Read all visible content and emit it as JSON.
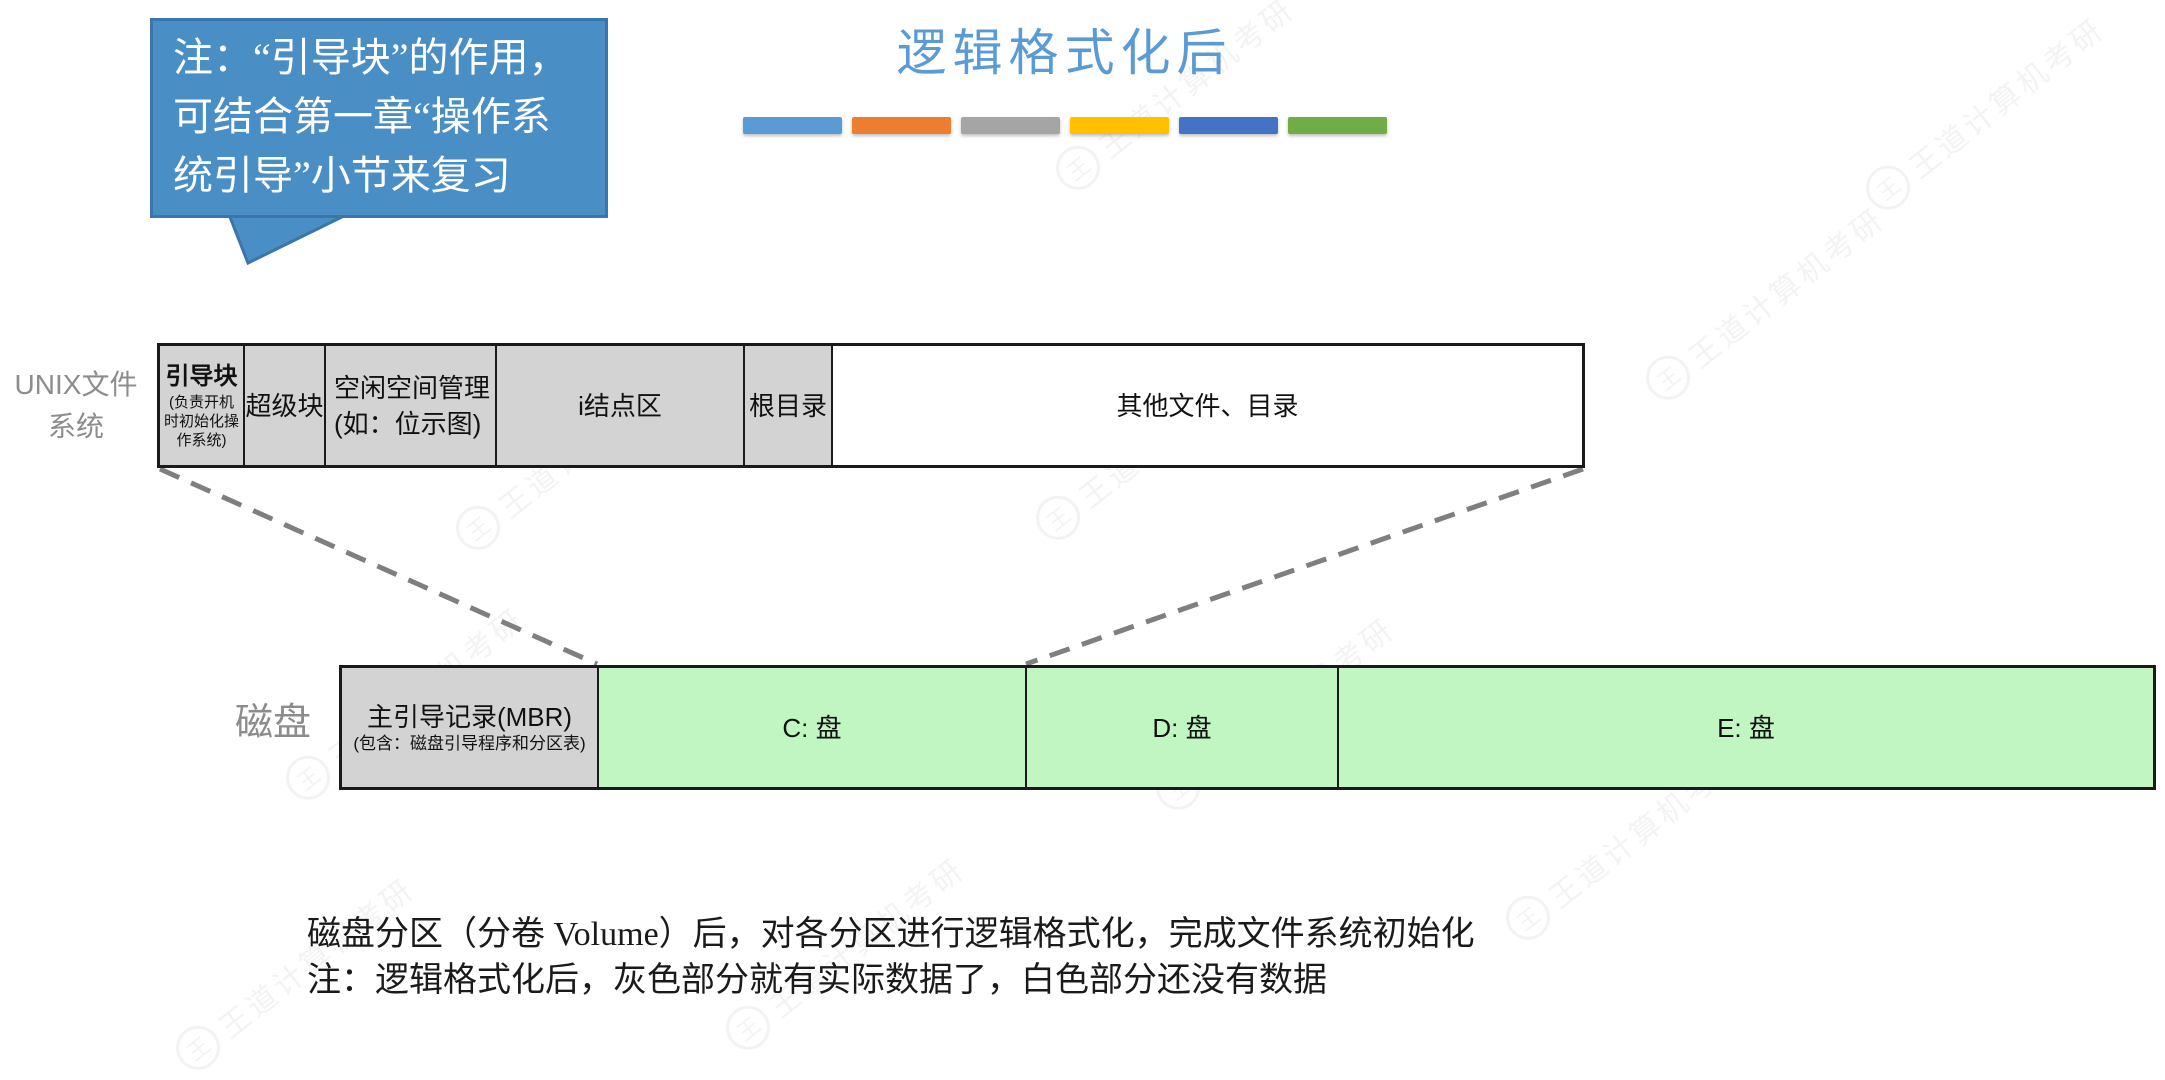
{
  "callout": {
    "lines": [
      "注：“引导块”的作用，",
      "可结合第一章“操作系",
      "统引导”小节来复习"
    ],
    "fill_color": "#4A8EC6",
    "border_color": "#3A76AD",
    "text_color": "#FFFFFF"
  },
  "header": {
    "title": "逻辑格式化后",
    "title_color": "#5B9BD5",
    "dash_colors": [
      "#5B9BD5",
      "#ED7D31",
      "#A5A5A5",
      "#FFC000",
      "#4472C4",
      "#70AD47"
    ]
  },
  "unix_row": {
    "label_line1": "UNIX文件",
    "label_line2": "系统",
    "label_color": "#8C8C8C",
    "segments": [
      {
        "label": "引导块",
        "sublabel": "(负责开机时初始化操作系统)",
        "fill": "#D3D3D3"
      },
      {
        "label": "超级块",
        "fill": "#D3D3D3"
      },
      {
        "label": "空闲空间管理",
        "sublabel": "(如：位示图)",
        "fill": "#D3D3D3"
      },
      {
        "label": "i结点区",
        "fill": "#D3D3D3"
      },
      {
        "label": "根目录",
        "fill": "#D3D3D3"
      },
      {
        "label": "其他文件、目录",
        "fill": "#FFFFFF"
      }
    ]
  },
  "disk_row": {
    "label": "磁盘",
    "label_color": "#8C8C8C",
    "segments": [
      {
        "label": "主引导记录(MBR)",
        "sublabel": "(包含：磁盘引导程序和分区表)",
        "fill": "#D3D3D3"
      },
      {
        "label": "C: 盘",
        "fill": "#C1F6C3"
      },
      {
        "label": "D: 盘",
        "fill": "#C1F6C3"
      },
      {
        "label": "E: 盘",
        "fill": "#C1F6C3"
      }
    ]
  },
  "footer": {
    "lines": [
      "磁盘分区（分卷 Volume）后，对各分区进行逻辑格式化，完成文件系统初始化",
      "注：逻辑格式化后，灰色部分就有实际数据了，白色部分还没有数据"
    ]
  },
  "watermark": {
    "text": "王道计算机考研",
    "logo_char": "王"
  }
}
